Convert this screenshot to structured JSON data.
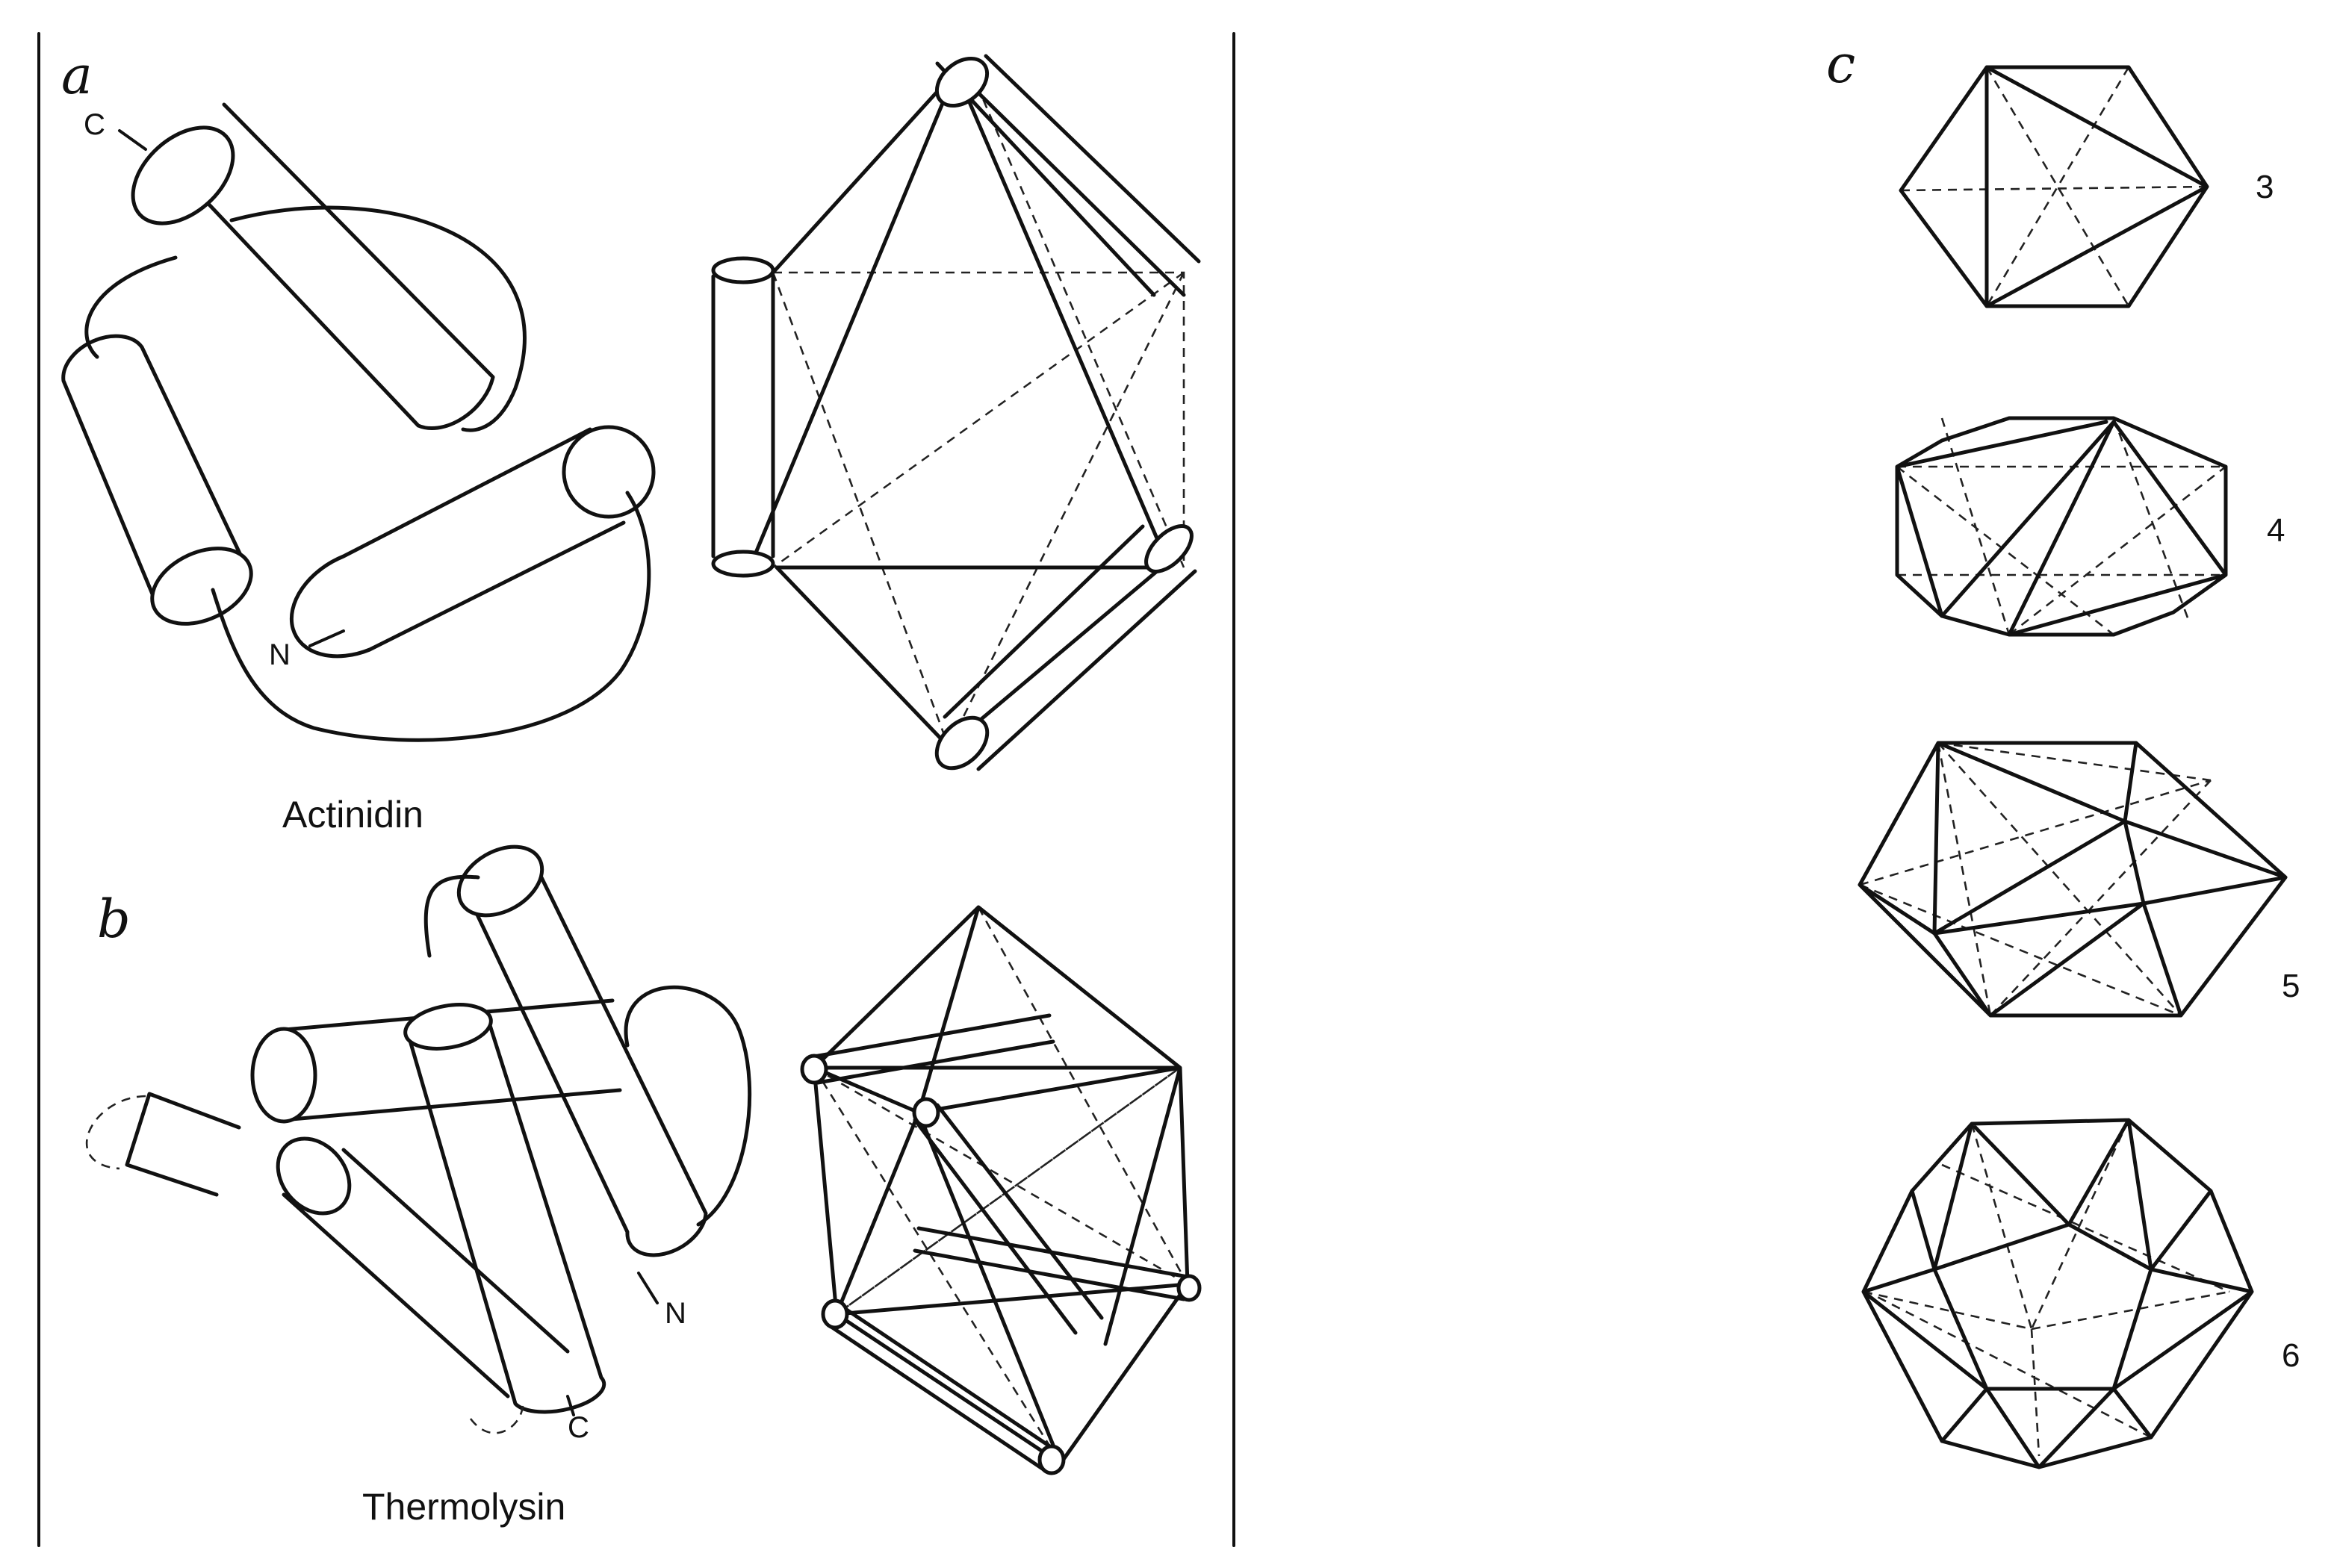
{
  "panels": {
    "a": {
      "letter": "a",
      "caption": "Actinidin",
      "terminus_c": "C",
      "terminus_n": "N"
    },
    "b": {
      "letter": "b",
      "caption": "Thermolysin",
      "terminus_n": "N",
      "terminus_c": "C"
    },
    "c": {
      "letter": "c",
      "polyhedra": [
        {
          "label": "3",
          "name": "triangle-faced-polyhedron-3"
        },
        {
          "label": "4",
          "name": "triangle-faced-polyhedron-4"
        },
        {
          "label": "5",
          "name": "triangle-faced-polyhedron-5"
        },
        {
          "label": "6",
          "name": "triangle-faced-polyhedron-6"
        }
      ]
    }
  }
}
